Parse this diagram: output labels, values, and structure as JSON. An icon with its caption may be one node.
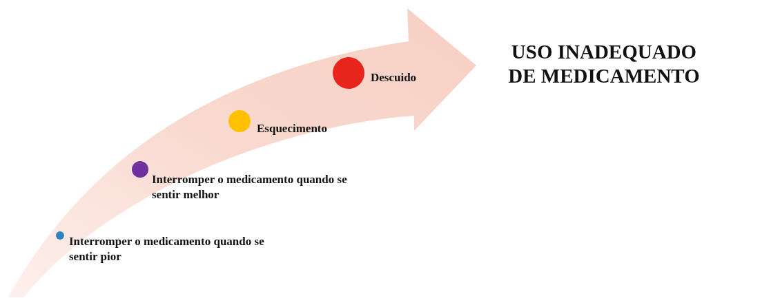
{
  "diagram": {
    "title": "USO INADEQUADO DE MEDICAMENTO",
    "labels": [
      "Descuido",
      "Esquecimento",
      "Interromper o medicamento quando se sentir melhor",
      "Interromper o medicamento quando se sentir pior"
    ]
  }
}
